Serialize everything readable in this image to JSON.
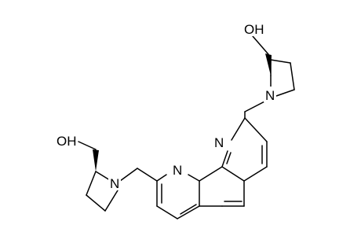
{
  "molecule": {
    "atoms": {
      "hydroxyl_right": "OH",
      "hydroxyl_left": "OH",
      "amine_right": "N",
      "amine_left": "N",
      "ring_n_right": "N",
      "ring_n_left": "N"
    },
    "colors": {
      "bond": "#000000",
      "background": "#ffffff"
    }
  }
}
